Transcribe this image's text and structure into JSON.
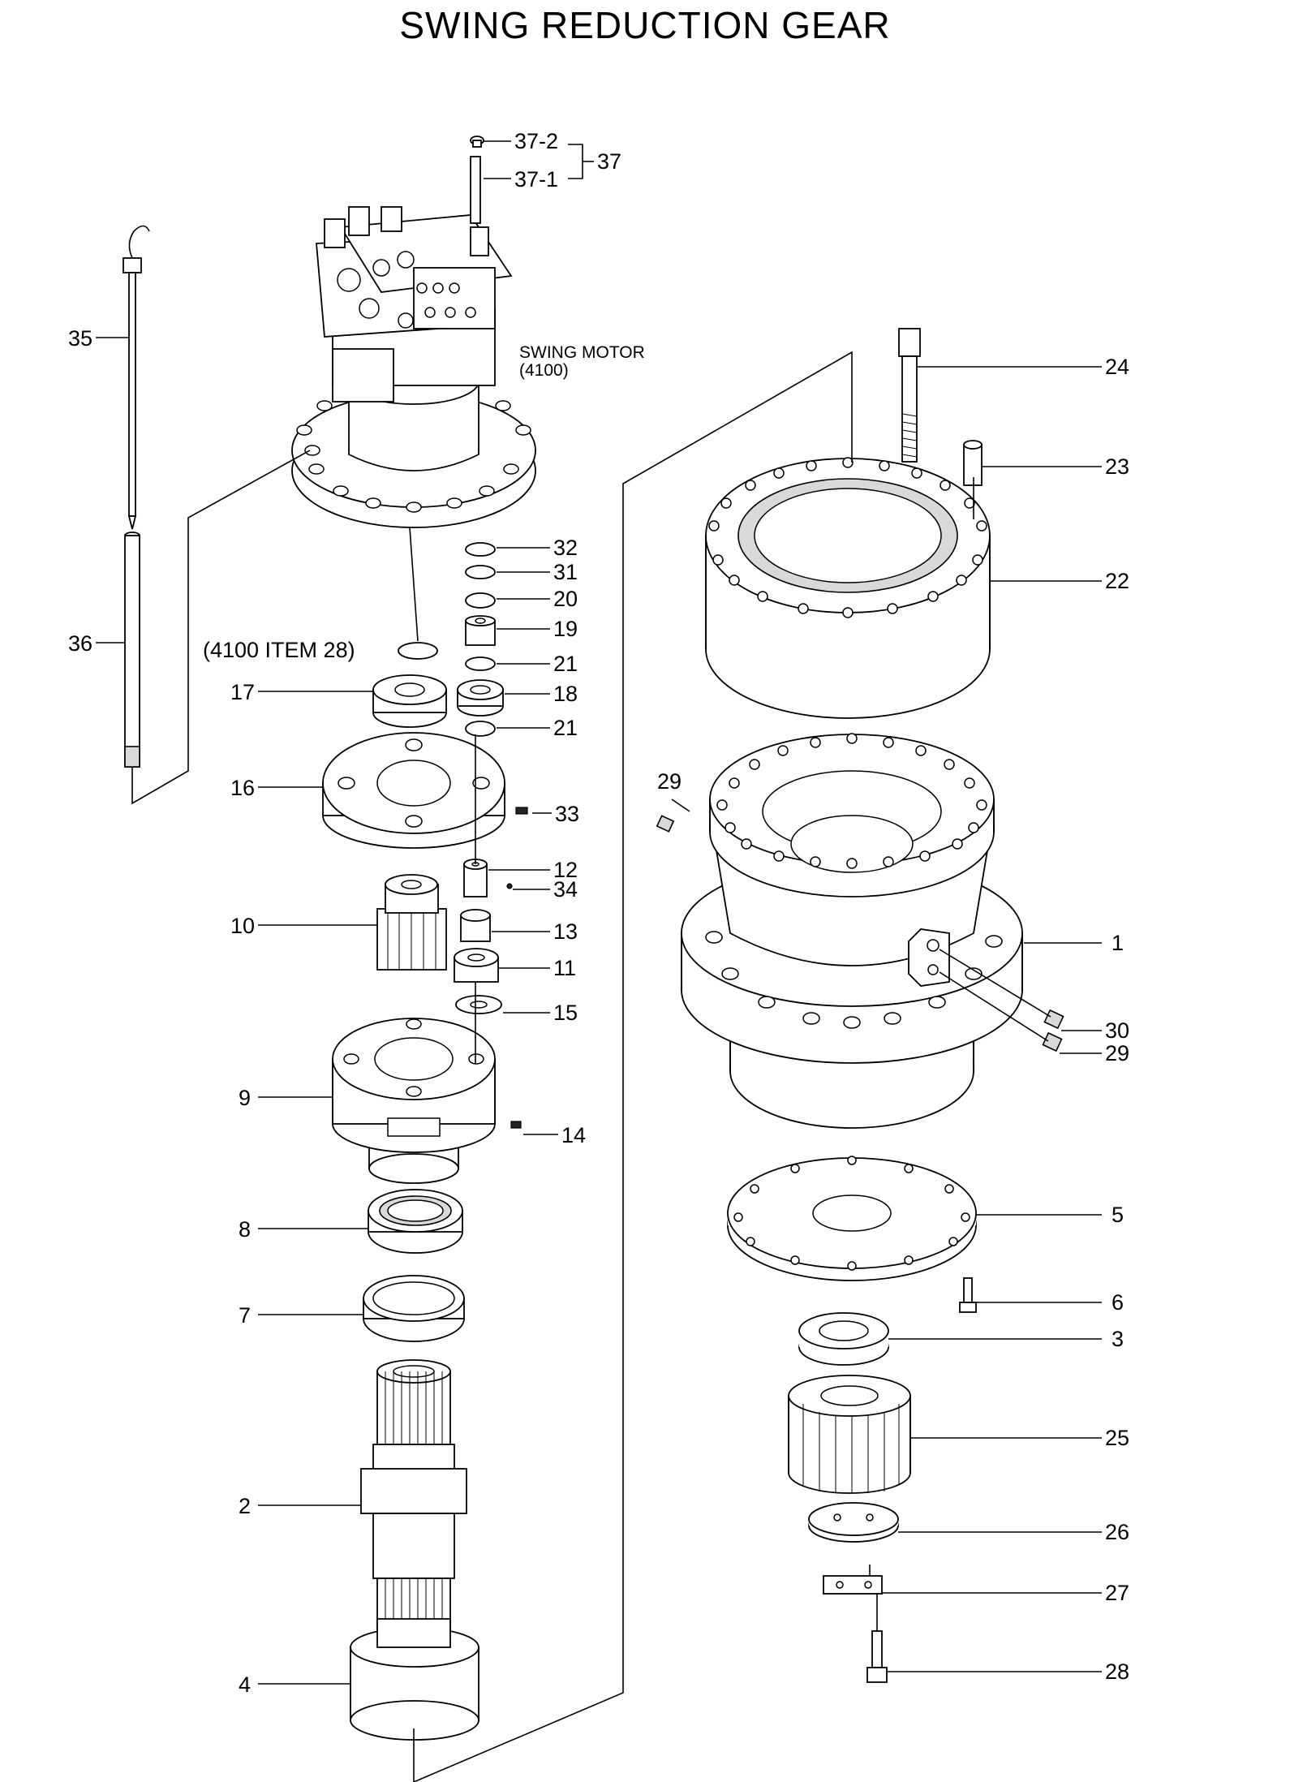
{
  "title": "SWING REDUCTION GEAR",
  "swing_motor": {
    "line1": "SWING MOTOR",
    "line2": "(4100)"
  },
  "ref_note": "(4100 ITEM 28)",
  "group_label": "37",
  "callouts": {
    "c37_2": "37-2",
    "c37_1": "37-1",
    "c35": "35",
    "c36": "36",
    "c32": "32",
    "c31": "31",
    "c20": "20",
    "c19": "19",
    "c21a": "21",
    "c17": "17",
    "c18": "18",
    "c21b": "21",
    "c16": "16",
    "c33": "33",
    "c12": "12",
    "c34": "34",
    "c10": "10",
    "c13": "13",
    "c11": "11",
    "c15": "15",
    "c9": "9",
    "c14": "14",
    "c8": "8",
    "c7": "7",
    "c2": "2",
    "c4": "4",
    "c24": "24",
    "c23": "23",
    "c22": "22",
    "c29a": "29",
    "c1": "1",
    "c30": "30",
    "c29b": "29",
    "c5": "5",
    "c6": "6",
    "c3": "3",
    "c25": "25",
    "c26": "26",
    "c27": "27",
    "c28": "28"
  }
}
